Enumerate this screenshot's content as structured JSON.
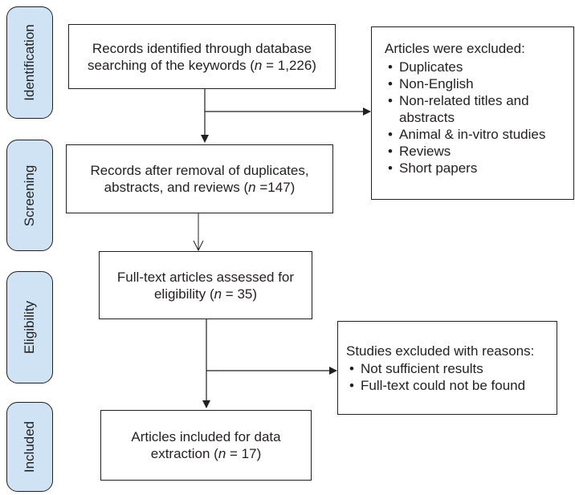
{
  "stages": [
    {
      "id": "identification",
      "label": "Identification"
    },
    {
      "id": "screening",
      "label": "Screening"
    },
    {
      "id": "eligibility",
      "label": "Eligibility"
    },
    {
      "id": "included",
      "label": "Included"
    }
  ],
  "boxes": {
    "identified": {
      "text": "Records identified through database searching of the keywords (",
      "n_label": "n",
      "n_value": " = 1,226)"
    },
    "screened": {
      "text": "Records after removal of duplicates, abstracts, and reviews (",
      "n_label": "n",
      "n_value": " =147)"
    },
    "assessed": {
      "text": "Full-text articles assessed for eligibility (",
      "n_label": "n",
      "n_value": " = 35)"
    },
    "included": {
      "text": "Articles included for data extraction (",
      "n_label": "n",
      "n_value": " = 17)"
    }
  },
  "exclusions": {
    "first": {
      "title": "Articles were excluded:",
      "items": [
        "Duplicates",
        "Non-English",
        "Non-related titles and abstracts",
        "Animal & in-vitro studies",
        "Reviews",
        "Short papers"
      ]
    },
    "second": {
      "title": "Studies excluded with reasons:",
      "items": [
        "Not sufficient results",
        "Full-text could not be found"
      ]
    }
  }
}
